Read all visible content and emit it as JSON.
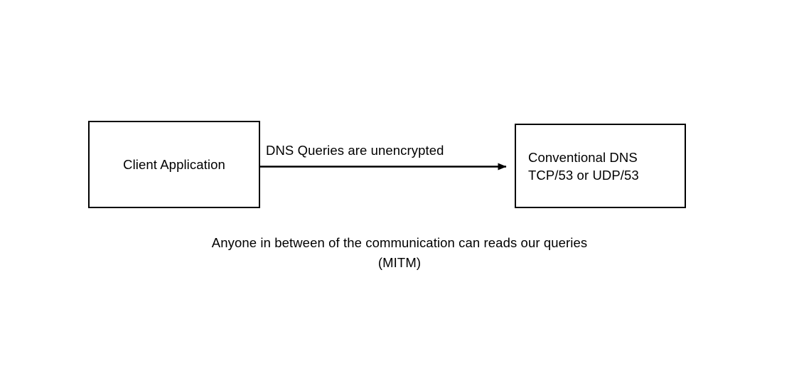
{
  "diagram": {
    "background_color": "#ffffff",
    "stroke_color": "#000000",
    "text_color": "#000000",
    "nodes": [
      {
        "id": "client",
        "label": "Client Application"
      },
      {
        "id": "conventional-dns",
        "label_line1": "Conventional DNS",
        "label_line2": "TCP/53 or UDP/53"
      }
    ],
    "edge": {
      "label": "DNS Queries are unencrypted",
      "direction": "left-to-right",
      "arrowhead": "filled-triangle"
    },
    "caption": {
      "line1": "Anyone in between of the communication can reads our queries",
      "line2": "(MITM)"
    }
  }
}
